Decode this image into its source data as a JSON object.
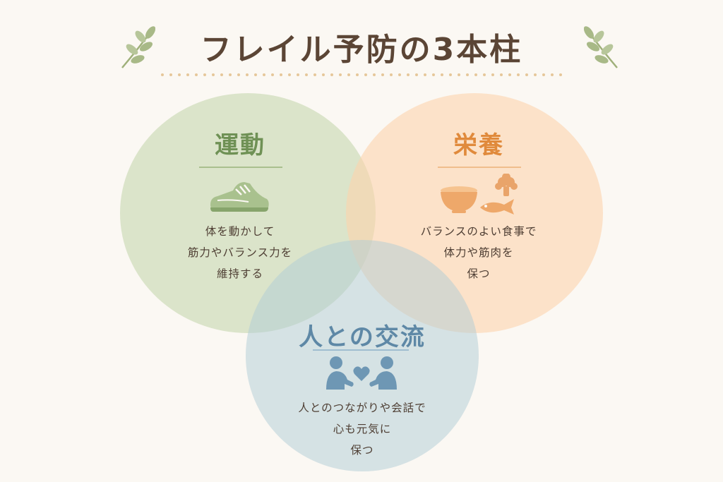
{
  "title": "フレイル予防の3本柱",
  "colors": {
    "move": "#6f9155",
    "food": "#e08a3c",
    "social": "#5e88a6",
    "title": "#5b4535"
  },
  "pillars": {
    "move": {
      "label": "運動",
      "lines": [
        "体を動かして",
        "筋力やバランス力を",
        "維持する"
      ],
      "icon": "sneaker-icon"
    },
    "food": {
      "label": "栄養",
      "lines": [
        "バランスのよい食事で",
        "体力や筋肉を",
        "保つ"
      ],
      "icon": "rice-bowl-broccoli-fish-icon"
    },
    "social": {
      "label": "人との交流",
      "lines": [
        "人とのつながりや会話で",
        "心も元気に",
        "保つ"
      ],
      "icon": "people-heart-icon"
    }
  }
}
